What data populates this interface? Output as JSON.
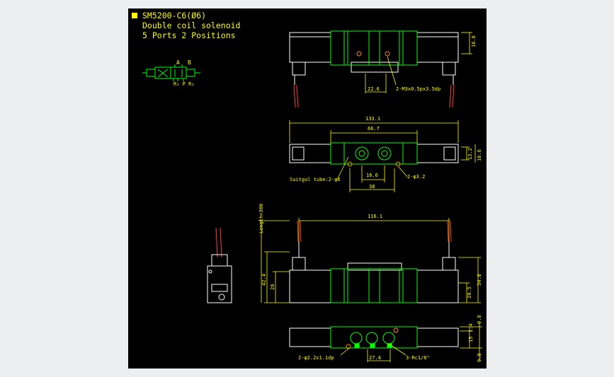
{
  "title_block": {
    "model": "SM5200-C6(Ø6)",
    "line1": "Double coil solenoid",
    "line2": "5 Ports 2 Positions"
  },
  "symbol": {
    "port_a": "A",
    "port_b": "B",
    "port_r1p_r2": "R₁ P R₂"
  },
  "dims": {
    "d16_8": "16.8",
    "d22_6": "22.6",
    "m3_holes": "2-M3x0.5px3.5dp",
    "d133_1": "133.1",
    "d66_7": "66.7",
    "d13_2": "13.2",
    "d16_6_right": "16.6",
    "tube": "Suitgul tube:2-φ6",
    "d16_6": "16.6",
    "d38": "38",
    "d3_2": "2-φ3.2",
    "length": "Length=300",
    "d116_1": "116.1",
    "d42_4": "42.4",
    "d26": "26",
    "d20_5": "20.5",
    "d34_8": "34.8",
    "d0_8": "0.8",
    "d1_4": "1.4",
    "d15": "15",
    "d0_8b": "0.8",
    "d2_2": "2-φ2.2x1.1dp",
    "d27_4": "27.4",
    "rc18": "3-Rc1/8\""
  },
  "colors": {
    "background": "#000000",
    "outline": "#ffffff",
    "dimension": "#ffff00",
    "body": "#00ff00",
    "wire": "#ff3b3b",
    "hole": "#ff8800"
  }
}
